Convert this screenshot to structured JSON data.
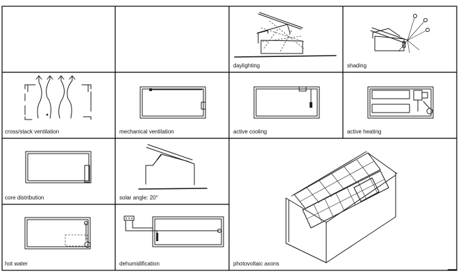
{
  "cells": {
    "daylighting": "daylighting",
    "shading": "shading",
    "cross_stack_ventilation": "cross/stack ventilation",
    "mechanical_ventilation": "mechanical ventilation",
    "active_cooling": "active cooling",
    "active_heating": "active heating",
    "core_distribution": "core distribution",
    "solar_angle": "solar angle: 20°",
    "hot_water": "hot water",
    "dehumidification": "dehumidification",
    "photovoltaic_axons": "photovoltaic axons"
  }
}
